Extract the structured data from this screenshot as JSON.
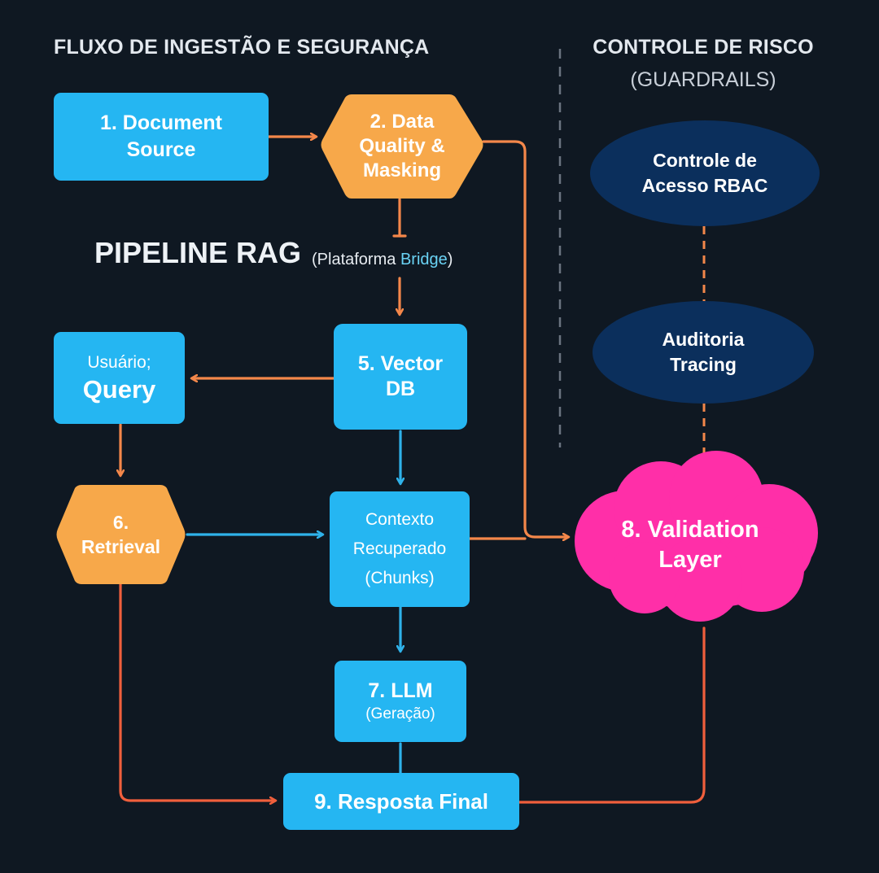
{
  "headings": {
    "flow_title": "FLUXO DE INGESTÃO E SEGURANÇA",
    "risk_title": "CONTROLE DE RISCO",
    "risk_subtitle": "(GUARDRAILS)",
    "pipeline_title": "PIPELINE RAG",
    "platform_prefix": "(Plataforma ",
    "platform_name": "Bridge",
    "platform_suffix": ")"
  },
  "nodes": {
    "document_source": {
      "line1": "1. Document",
      "line2": "Source"
    },
    "data_quality": {
      "line1": "2. Data",
      "line2": "Quality &",
      "line3": "Masking"
    },
    "vector_db": {
      "line1": "5. Vector",
      "line2": "DB"
    },
    "user_query": {
      "line1": "Usuário;",
      "line2": "Query"
    },
    "retrieval": {
      "line1": "6.",
      "line2": "Retrieval"
    },
    "context": {
      "line1": "Contexto",
      "line2": "Recuperado",
      "line3": "(Chunks)"
    },
    "llm": {
      "line1": "7. LLM",
      "line2": "(Geração)"
    },
    "final_answer": {
      "line1": "9. Resposta Final"
    },
    "rbac": {
      "line1": "Controle de",
      "line2": "Acesso RBAC"
    },
    "audit": {
      "line1": "Auditoria",
      "line2": "Tracing"
    },
    "validation": {
      "line1": "8. Validation",
      "line2": "Layer"
    }
  },
  "colors": {
    "background": "#0f1822",
    "blue_node": "#25b6f2",
    "orange_node": "#f7a84a",
    "navy_node": "#0b2f5c",
    "pink_node": "#ff2fa8",
    "orange_arrow": "#f4874a",
    "blue_arrow": "#2fb2ea",
    "deep_orange_arrow": "#f05f3c"
  }
}
